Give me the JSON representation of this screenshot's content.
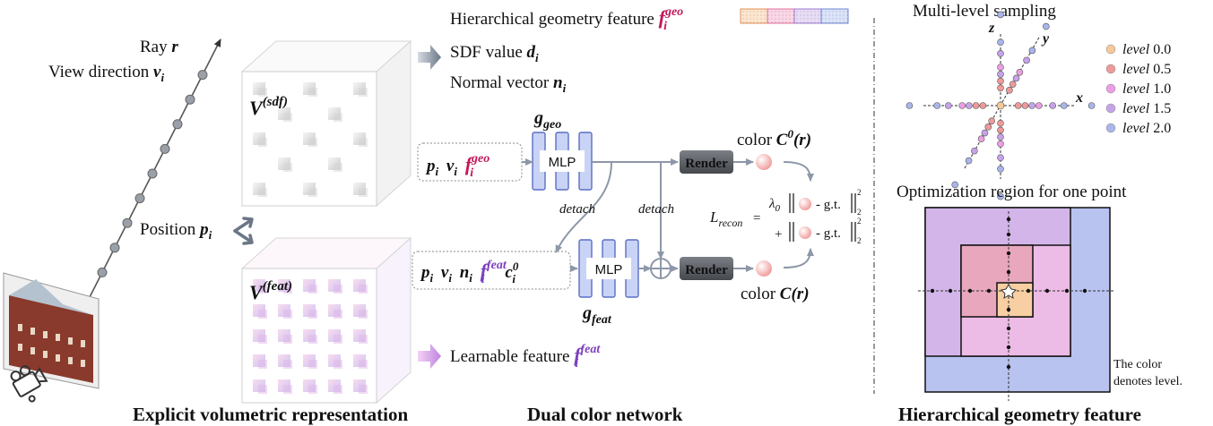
{
  "labels": {
    "ray_text": "Ray ",
    "ray_sym": "r",
    "view_text": "View direction ",
    "view_sym": "v",
    "view_sub": "i",
    "position_text": "Position ",
    "position_sym": "p",
    "position_sub": "i",
    "vsdf_v": "V",
    "vsdf_sup": "(sdf)",
    "vfeat_v": "V",
    "vfeat_sup": "(feat)",
    "hier_text": "Hierarchical geometry feature ",
    "f_sym": "f",
    "f_sub": "i",
    "geo_sup": "geo",
    "feat_sup": "feat",
    "sdf_text": "SDF value ",
    "d_sym": "d",
    "d_sub": "i",
    "normal_text": "Normal vector ",
    "n_sym": "n",
    "n_sub": "i",
    "learnable_text": "Learnable feature ",
    "mlp": "MLP",
    "g_sym": "g",
    "ggeo_sub": "geo",
    "gfeat_sub": "feat",
    "render": "Render",
    "detach": "detach",
    "color_text": "color ",
    "c_sym": "C",
    "c0_sup": "0",
    "r_arg": "(r)",
    "c_small": "c",
    "c_small_sub": "i",
    "c_small_sup": "0",
    "lrecon_l": "L",
    "lrecon_sub": "recon",
    "equals": "=",
    "lambda": "λ",
    "lambda_sub": "0",
    "plus": "+",
    "gt": "- g.t.",
    "norm_sub": "2",
    "norm_sup": "2",
    "multi_level": "Multi-level sampling",
    "axis_z": "z",
    "axis_y": "y",
    "axis_x": "x",
    "level_word": "level",
    "opt_region": "Optimization region for one point",
    "color_note_1": "The color",
    "color_note_2": "denotes level."
  },
  "legend": [
    {
      "value": "0.0",
      "color": "#f6c99a"
    },
    {
      "value": "0.5",
      "color": "#ef9a9a"
    },
    {
      "value": "1.0",
      "color": "#ec9ee4"
    },
    {
      "value": "1.5",
      "color": "#c6a3e8"
    },
    {
      "value": "2.0",
      "color": "#a9b6ec"
    }
  ],
  "captions": {
    "left": "Explicit volumetric representation",
    "middle": "Dual color network",
    "right": "Hierarchical geometry feature"
  },
  "colors": {
    "geo_accent": "#c2185b",
    "feat_accent": "#7b3fbf",
    "mlp_fill": "#c9d3f5",
    "mlp_stroke": "#5a6fc4",
    "render_fill": "#5f6368",
    "arrow_gray": "#8d97a8"
  }
}
